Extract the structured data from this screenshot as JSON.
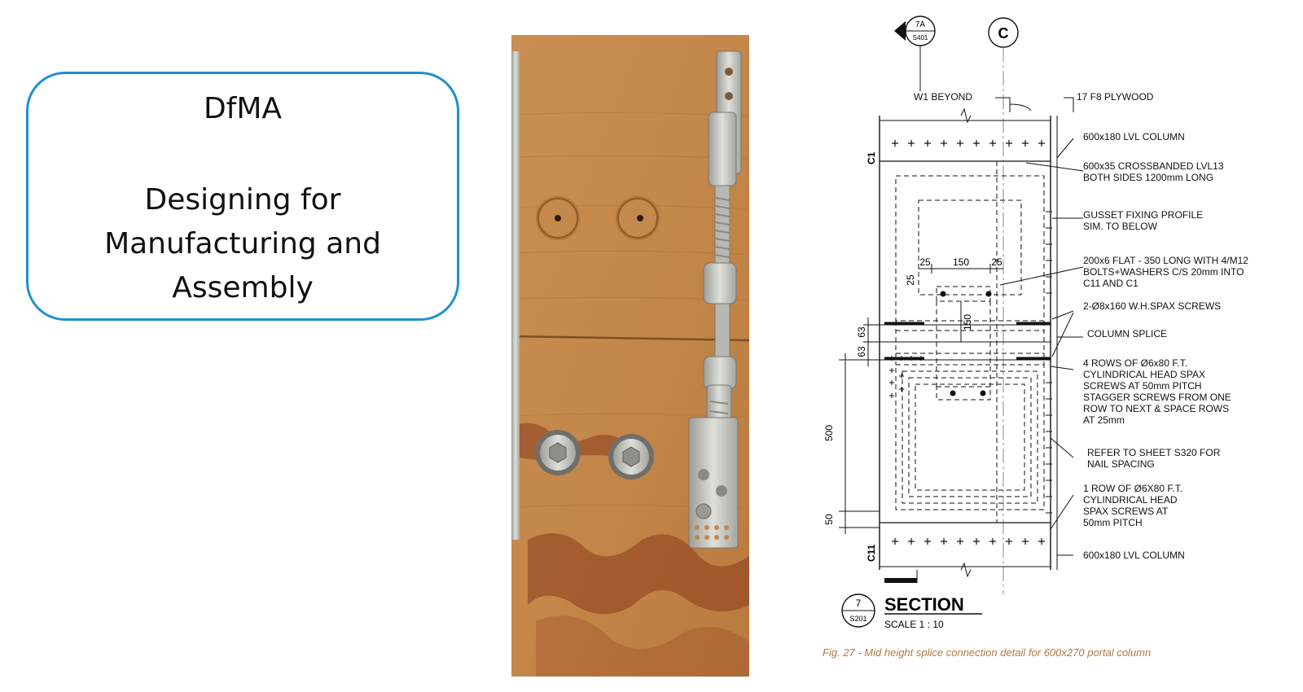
{
  "card": {
    "title": "DfMA",
    "subtitle_lines": [
      "Designing for",
      "Manufacturing and",
      "Assembly"
    ]
  },
  "colors": {
    "card_border": "#1f8fd0",
    "plywood": "#c4874a",
    "steel": "#c9c9c4",
    "caption": "#b07a3a"
  },
  "drawing": {
    "markers": {
      "detail_top": "7A",
      "detail_bottom": "S401",
      "grid": "C"
    },
    "labels": [
      "W1 BEYOND",
      "17 F8 PLYWOOD",
      "600x180 LVL COLUMN",
      "600x35 CROSSBANDED LVL13",
      "BOTH SIDES 1200mm LONG",
      "GUSSET FIXING PROFILE",
      "SIM. TO BELOW",
      "200x6 FLAT - 350 LONG WITH 4/M12",
      "BOLTS+WASHERS C/S 20mm INTO",
      "C11 AND C1",
      "2-Ø8x160 W.H.SPAX SCREWS",
      "COLUMN SPLICE",
      "4 ROWS OF Ø6x80 F.T.",
      "CYLINDRICAL HEAD SPAX",
      "SCREWS AT 50mm PITCH",
      "STAGGER SCREWS FROM ONE",
      "ROW TO NEXT & SPACE ROWS",
      "AT 25mm",
      "REFER TO SHEET S320 FOR",
      "NAIL SPACING",
      "1 ROW OF Ø6X80 F.T.",
      "CYLINDRICAL HEAD",
      "SPAX SCREWS AT",
      "50mm PITCH",
      "600x180 LVL COLUMN"
    ],
    "column_tags": [
      "C1",
      "C11"
    ],
    "dimensions": {
      "d25a": "25",
      "d150": "150",
      "d25b": "25",
      "d25v": "25",
      "d150v": "150",
      "d63a": "63",
      "d63b": "63",
      "d500": "500",
      "d50": "50"
    },
    "section": {
      "number": "7",
      "sheet": "S201",
      "title": "SECTION",
      "scale": "SCALE  1 : 10"
    },
    "caption": "Fig. 27 - Mid height splice connection detail for 600x270 portal column"
  }
}
